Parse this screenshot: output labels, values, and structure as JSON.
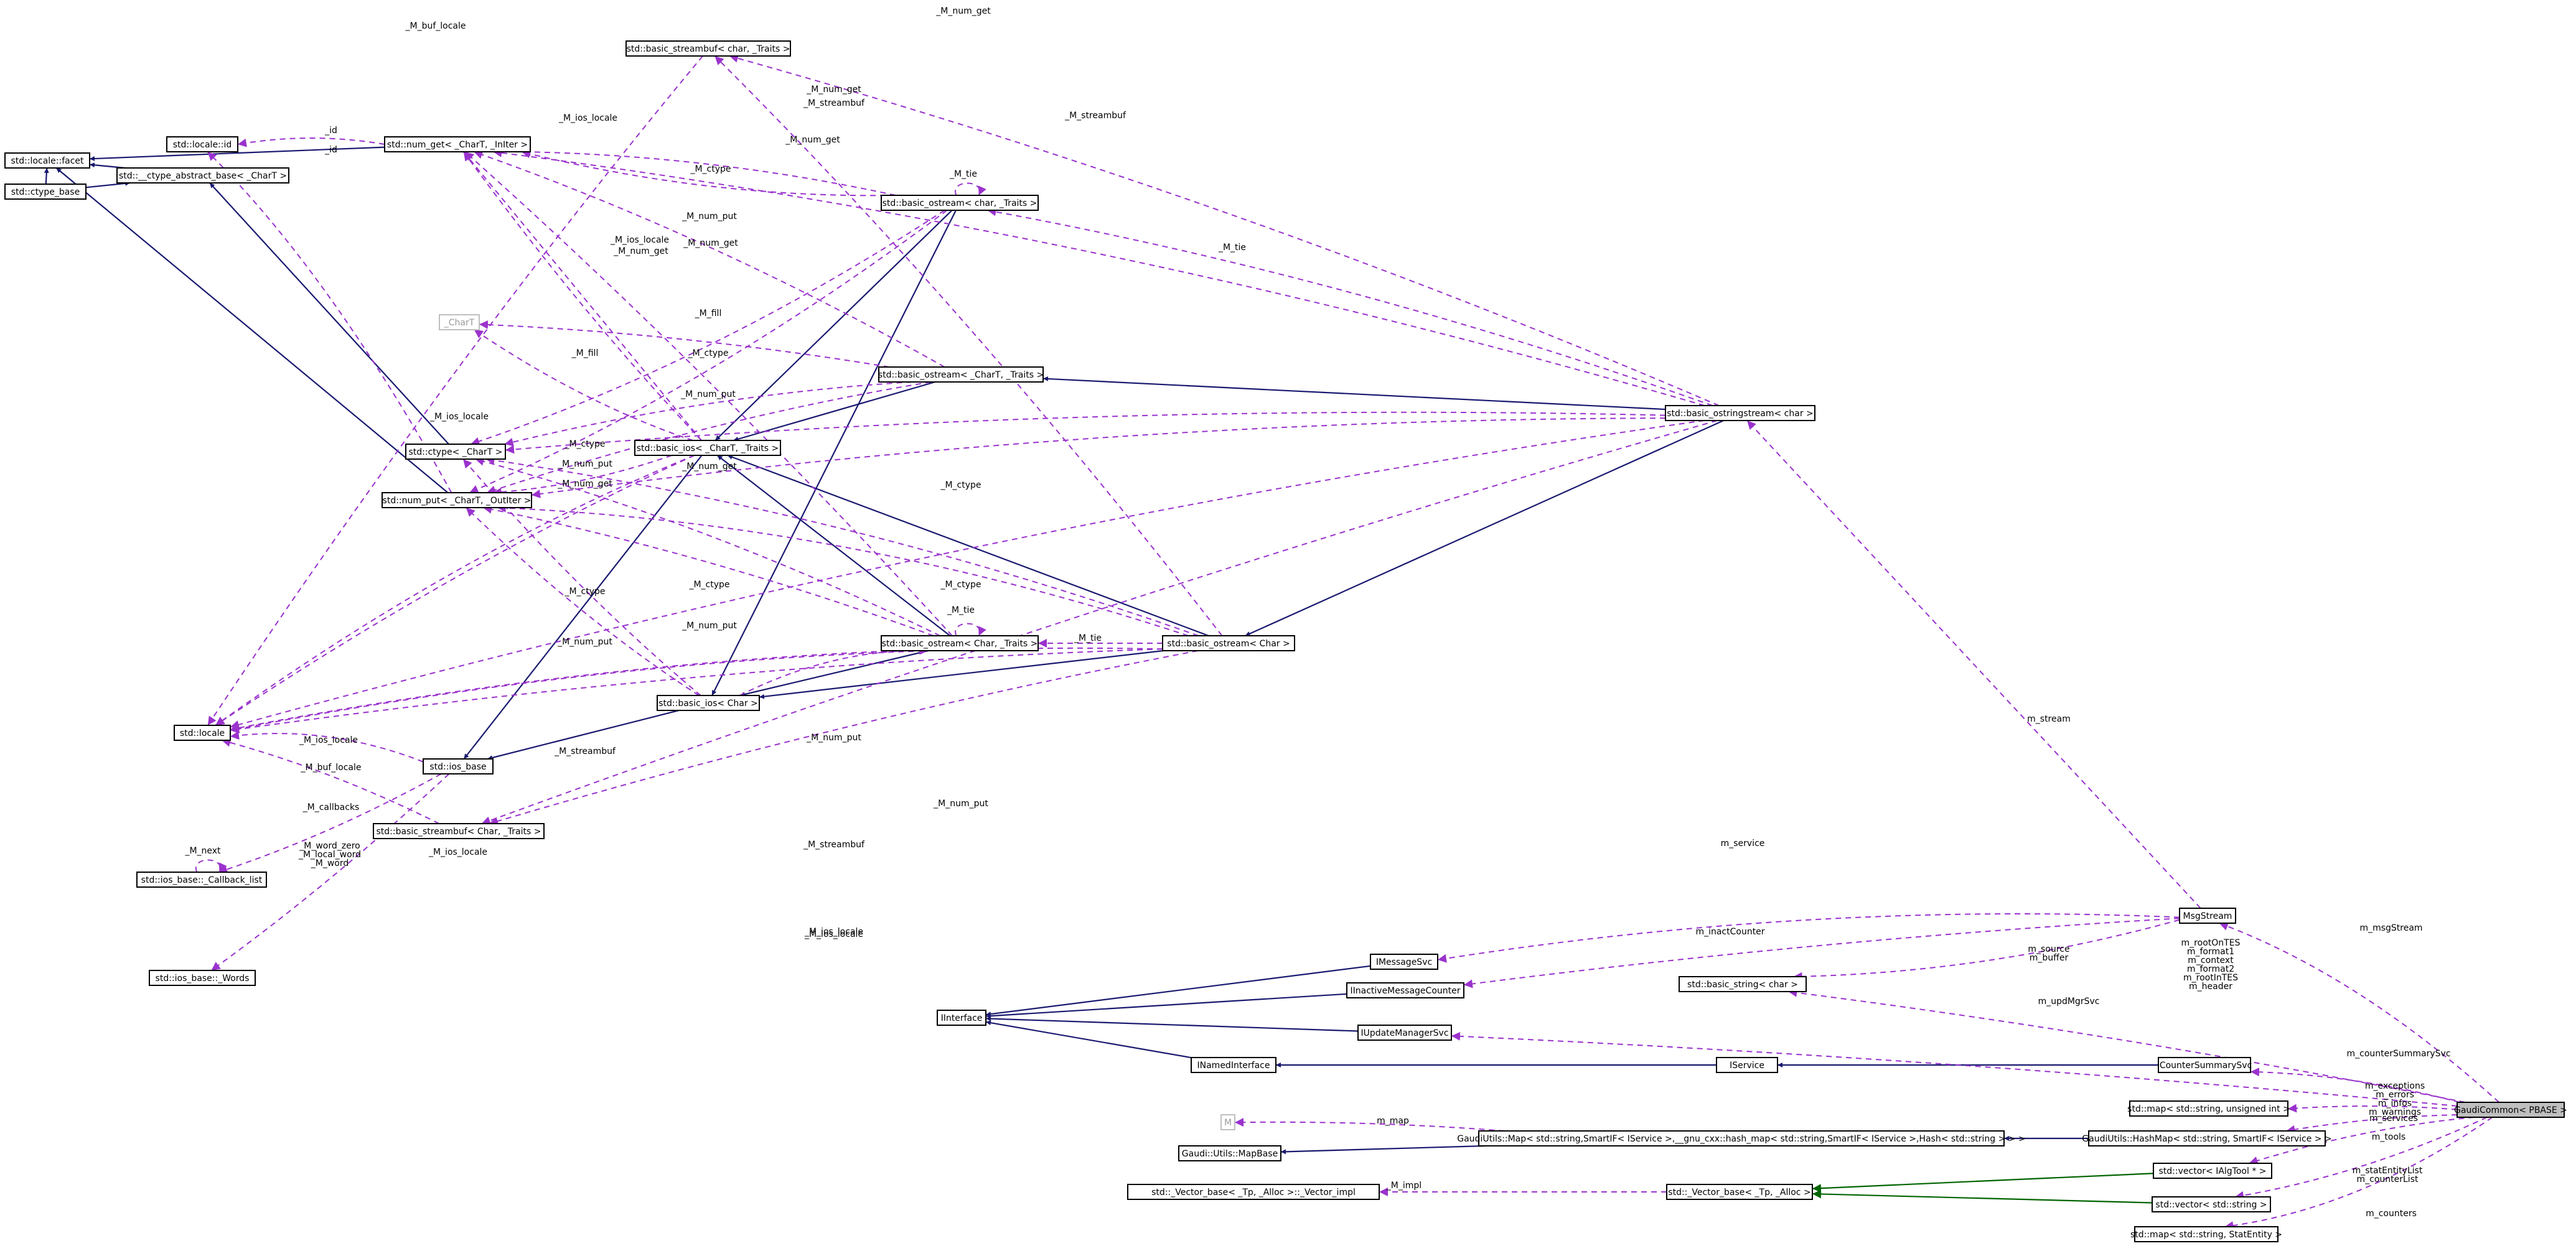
{
  "nodes": [
    {
      "id": "locale_facet",
      "label": "std::locale::facet"
    },
    {
      "id": "ctype_base",
      "label": "std::ctype_base"
    },
    {
      "id": "ctype_abstract",
      "label": "std::__ctype_abstract_base< _CharT >"
    },
    {
      "id": "locale_id",
      "label": "std::locale::id"
    },
    {
      "id": "num_get",
      "label": "std::num_get< _CharT, _InIter >"
    },
    {
      "id": "sbuf_char",
      "label": "std::basic_streambuf< char, _Traits >"
    },
    {
      "id": "ostream_char",
      "label": "std::basic_ostream< char, _Traits >"
    },
    {
      "id": "chart",
      "label": "_CharT"
    },
    {
      "id": "ostream_chart",
      "label": "std::basic_ostream< _CharT, _Traits >"
    },
    {
      "id": "ctype",
      "label": "std::ctype< _CharT >"
    },
    {
      "id": "basic_ios_chart",
      "label": "std::basic_ios< _CharT, _Traits >"
    },
    {
      "id": "ostringstream",
      "label": "std::basic_ostringstream< char >"
    },
    {
      "id": "num_put",
      "label": "std::num_put< _CharT, _OutIter >"
    },
    {
      "id": "ostream_Char_traits",
      "label": "std::basic_ostream< Char, _Traits >"
    },
    {
      "id": "ostream_Char",
      "label": "std::basic_ostream< Char >"
    },
    {
      "id": "basic_ios_Char",
      "label": "std::basic_ios< Char >"
    },
    {
      "id": "locale",
      "label": "std::locale"
    },
    {
      "id": "ios_base",
      "label": "std::ios_base"
    },
    {
      "id": "sbuf_Char",
      "label": "std::basic_streambuf< Char, _Traits >"
    },
    {
      "id": "callback_list",
      "label": "std::ios_base::_Callback_list"
    },
    {
      "id": "words",
      "label": "std::ios_base::_Words"
    },
    {
      "id": "msgstream",
      "label": "MsgStream"
    },
    {
      "id": "imessagesvc",
      "label": "IMessageSvc"
    },
    {
      "id": "basic_string",
      "label": "std::basic_string< char >"
    },
    {
      "id": "iinactive",
      "label": "IInactiveMessageCounter"
    },
    {
      "id": "interface",
      "label": "IInterface"
    },
    {
      "id": "iupdatemgr",
      "label": "IUpdateManagerSvc"
    },
    {
      "id": "inamed",
      "label": "INamedInterface"
    },
    {
      "id": "iservice",
      "label": "IService"
    },
    {
      "id": "icounter",
      "label": "ICounterSummarySvc"
    },
    {
      "id": "gaudicommon",
      "label": "GaudiCommon< PBASE >"
    },
    {
      "id": "map_uint",
      "label": "std::map< std::string, unsigned int >"
    },
    {
      "id": "m_tpl",
      "label": "M"
    },
    {
      "id": "gaudiutils_map",
      "label": "GaudiUtils::Map< std::string,SmartIF< IService >,__gnu_cxx::hash_map< std::string,SmartIF< IService >,Hash< std::string > > >"
    },
    {
      "id": "gaudiutils_hashmap",
      "label": "GaudiUtils::HashMap< std::string, SmartIF< IService > >"
    },
    {
      "id": "mapbase",
      "label": "Gaudi::Utils::MapBase"
    },
    {
      "id": "vector_algtool",
      "label": "std::vector< IAlgTool * >"
    },
    {
      "id": "vector_impl",
      "label": "std::_Vector_base< _Tp, _Alloc >::_Vector_impl"
    },
    {
      "id": "vector_base",
      "label": "std::_Vector_base< _Tp, _Alloc >"
    },
    {
      "id": "vector_string",
      "label": "std::vector< std::string >"
    },
    {
      "id": "map_statentity",
      "label": "std::map< std::string, StatEntity >"
    }
  ],
  "edge_labels": [
    "_M_buf_locale",
    "_M_num_get",
    "_M_ios_locale",
    "_M_num_get",
    "_M_streambuf",
    "_id",
    "_id",
    "_M_num_get",
    "_M_ctype",
    "_M_tie",
    "_M_num_put",
    "_M_streambuf",
    "_M_ios_locale",
    "_M_num_get",
    "_M_num_get",
    "_M_tie",
    "_M_fill",
    "_M_fill",
    "_M_ctype",
    "_M_num_put",
    "_M_ios_locale",
    "_M_ctype",
    "_M_num_get",
    "_M_num_put",
    "_M_num_get",
    "_M_ctype",
    "_M_ctype",
    "_M_ctype",
    "_M_tie",
    "_M_num_put",
    "_M_ctype",
    "_M_num_put",
    "_M_tie",
    "_M_ios_locale",
    "_M_tie",
    "_M_ios_locale",
    "_M_streambuf",
    "_M_num_put",
    "_M_buf_locale",
    "_M_callbacks",
    "_M_next",
    "_M_word_zero\n_M_local_word\n_M_word",
    "_M_ios_locale",
    "_M_streambuf",
    "_M_num_put",
    "_M_ios_locale",
    "_M_ios_locale",
    "m_stream",
    "m_service",
    "m_inactCounter",
    "m_source\nm_buffer",
    "m_rootOnTES\nm_format1\nm_context\nm_format2\nm_rootInTES\nm_header",
    "m_msgStream",
    "m_updMgrSvc",
    "m_counterSummarySvc",
    "m_exceptions\nm_errors\nm_infos\nm_warnings",
    "m_services",
    "m_map",
    "m_tools",
    "_M_impl",
    "m_statEntityList\nm_counterList",
    "m_counters"
  ],
  "colors": {
    "inheritance": "#191970",
    "usage": "#9a32cd",
    "template": "#006400",
    "root_fill": "#bfbfbf"
  }
}
